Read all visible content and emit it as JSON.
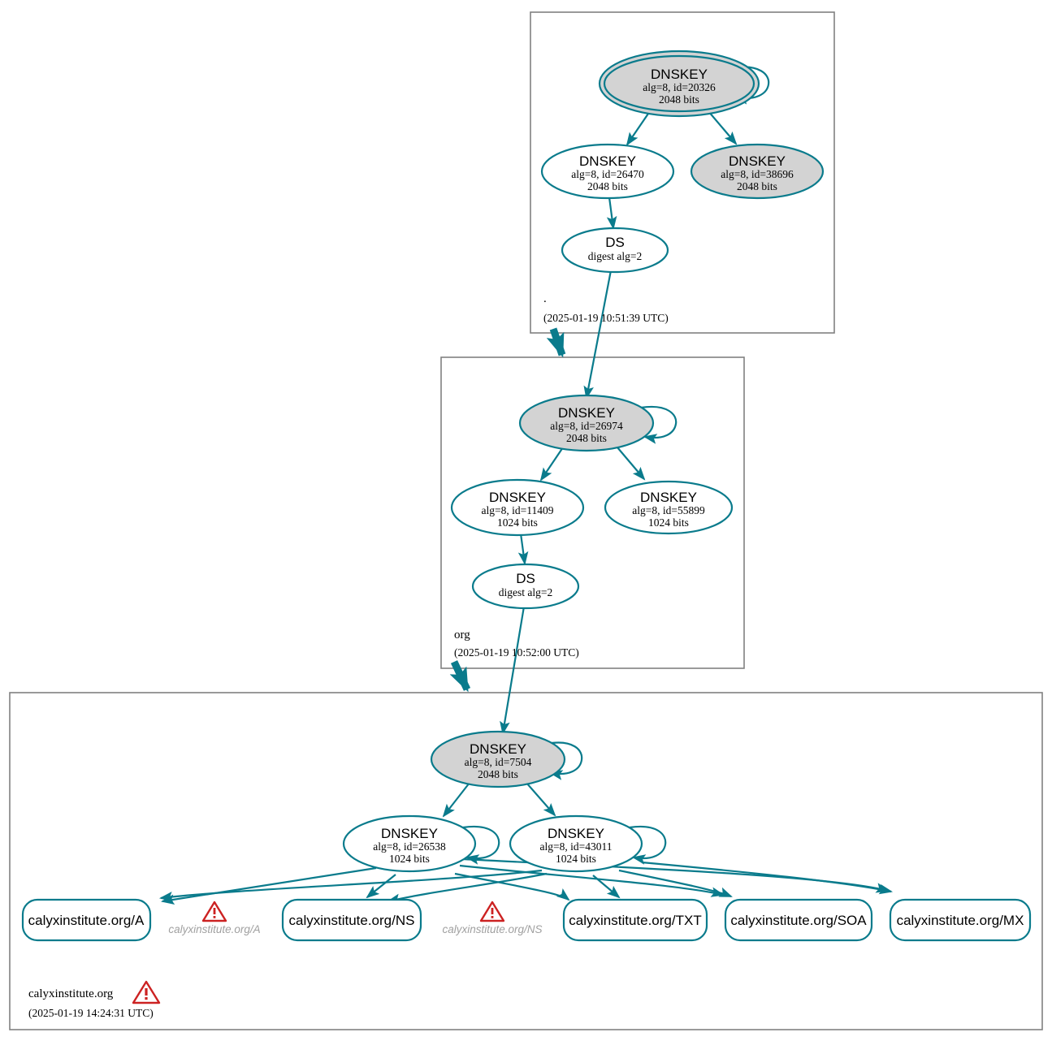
{
  "diagram": {
    "kind": "dnssec-authentication-chain",
    "accent_color": "#0a7b8c",
    "zone_border_color": "#808080",
    "sep_fill_color": "#d3d3d3",
    "warning_color": "#cc2222",
    "error_label_color": "#a0a0a0"
  },
  "zones": [
    {
      "id": "root",
      "name": ".",
      "timestamp": "(2025-01-19 10:51:39 UTC)",
      "nodes": [
        {
          "id": "root-ksk",
          "type": "DNSKEY",
          "title": "DNSKEY",
          "line2": "alg=8, id=20326",
          "line3": "2048 bits",
          "alg": "8",
          "key_id": "20326",
          "bits": "2048 bits",
          "sep": true,
          "trust_anchor": true
        },
        {
          "id": "root-zsk-26470",
          "type": "DNSKEY",
          "title": "DNSKEY",
          "line2": "alg=8, id=26470",
          "line3": "2048 bits",
          "alg": "8",
          "key_id": "26470",
          "bits": "2048 bits",
          "sep": false,
          "trust_anchor": false
        },
        {
          "id": "root-ksk-38696",
          "type": "DNSKEY",
          "title": "DNSKEY",
          "line2": "alg=8, id=38696",
          "line3": "2048 bits",
          "alg": "8",
          "key_id": "38696",
          "bits": "2048 bits",
          "sep": true,
          "trust_anchor": false
        },
        {
          "id": "root-ds",
          "type": "DS",
          "title": "DS",
          "line2": "digest alg=2",
          "line3": "",
          "digest_alg": "2",
          "sep": false,
          "trust_anchor": false
        }
      ]
    },
    {
      "id": "org",
      "name": "org",
      "timestamp": "(2025-01-19 10:52:00 UTC)",
      "nodes": [
        {
          "id": "org-ksk",
          "type": "DNSKEY",
          "title": "DNSKEY",
          "line2": "alg=8, id=26974",
          "line3": "2048 bits",
          "alg": "8",
          "key_id": "26974",
          "bits": "2048 bits",
          "sep": true,
          "trust_anchor": false
        },
        {
          "id": "org-zsk-11409",
          "type": "DNSKEY",
          "title": "DNSKEY",
          "line2": "alg=8, id=11409",
          "line3": "1024 bits",
          "alg": "8",
          "key_id": "11409",
          "bits": "1024 bits",
          "sep": false,
          "trust_anchor": false
        },
        {
          "id": "org-zsk-55899",
          "type": "DNSKEY",
          "title": "DNSKEY",
          "line2": "alg=8, id=55899",
          "line3": "1024 bits",
          "alg": "8",
          "key_id": "55899",
          "bits": "1024 bits",
          "sep": false,
          "trust_anchor": false
        },
        {
          "id": "org-ds",
          "type": "DS",
          "title": "DS",
          "line2": "digest alg=2",
          "line3": "",
          "digest_alg": "2",
          "sep": false,
          "trust_anchor": false
        }
      ]
    },
    {
      "id": "calyx",
      "name": "calyxinstitute.org",
      "timestamp": "(2025-01-19 14:24:31 UTC)",
      "has_warning": true,
      "nodes": [
        {
          "id": "calyx-ksk",
          "type": "DNSKEY",
          "title": "DNSKEY",
          "line2": "alg=8, id=7504",
          "line3": "2048 bits",
          "alg": "8",
          "key_id": "7504",
          "bits": "2048 bits",
          "sep": true,
          "trust_anchor": false
        },
        {
          "id": "calyx-zsk-26538",
          "type": "DNSKEY",
          "title": "DNSKEY",
          "line2": "alg=8, id=26538",
          "line3": "1024 bits",
          "alg": "8",
          "key_id": "26538",
          "bits": "1024 bits",
          "sep": false,
          "trust_anchor": false
        },
        {
          "id": "calyx-zsk-43011",
          "type": "DNSKEY",
          "title": "DNSKEY",
          "line2": "alg=8, id=43011",
          "line3": "1024 bits",
          "alg": "8",
          "key_id": "43011",
          "bits": "1024 bits",
          "sep": false,
          "trust_anchor": false
        }
      ],
      "records": [
        {
          "id": "rr-a",
          "label": "calyxinstitute.org/A"
        },
        {
          "id": "rr-ns",
          "label": "calyxinstitute.org/NS"
        },
        {
          "id": "rr-txt",
          "label": "calyxinstitute.org/TXT"
        },
        {
          "id": "rr-soa",
          "label": "calyxinstitute.org/SOA"
        },
        {
          "id": "rr-mx",
          "label": "calyxinstitute.org/MX"
        }
      ],
      "errors": [
        {
          "id": "err-a",
          "label": "calyxinstitute.org/A"
        },
        {
          "id": "err-ns",
          "label": "calyxinstitute.org/NS"
        }
      ]
    }
  ]
}
